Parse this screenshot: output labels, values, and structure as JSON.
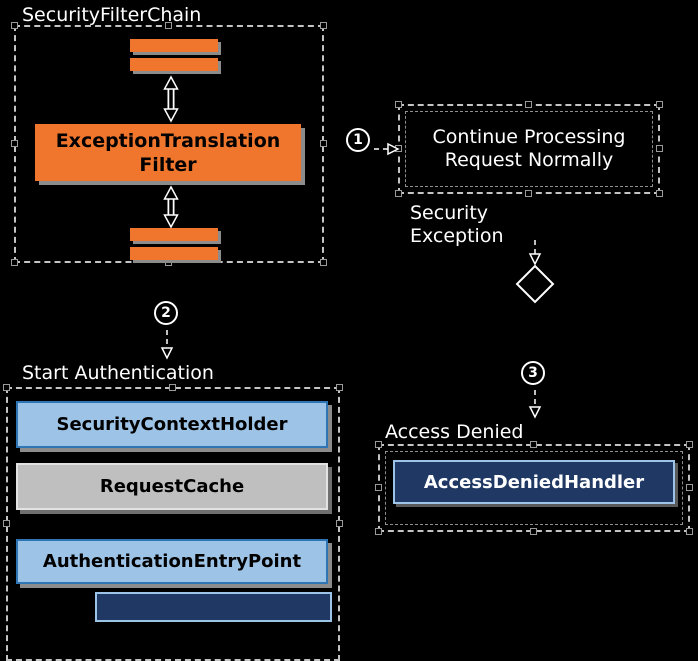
{
  "filter_chain": {
    "label": "SecurityFilterChain",
    "filter": {
      "line1": "ExceptionTranslation",
      "line2": "Filter"
    }
  },
  "steps": {
    "step1": "1",
    "step2": "2",
    "step3": "3"
  },
  "continue_processing": {
    "line1": "Continue Processing",
    "line2": "Request Normally"
  },
  "security_exception": {
    "line1": "Security",
    "line2": "Exception"
  },
  "start_authentication": {
    "label": "Start Authentication",
    "boxes": [
      {
        "label": "SecurityContextHolder"
      },
      {
        "label": "RequestCache"
      },
      {
        "label": "AuthenticationEntryPoint"
      }
    ]
  },
  "access_denied": {
    "label": "Access Denied",
    "handler_label": "AccessDeniedHandler"
  },
  "colors": {
    "background": "#000000",
    "orange": "#F0762D",
    "light_blue": "#9DC3E6",
    "blue_border": "#2E75B6",
    "navy": "#1F3864",
    "gray_box": "#BFBFBF",
    "shadow": "#8C8C8C",
    "dashed_border": "#C4C4C4",
    "text_light": "#FFFFFF",
    "text_dark": "#000000"
  }
}
